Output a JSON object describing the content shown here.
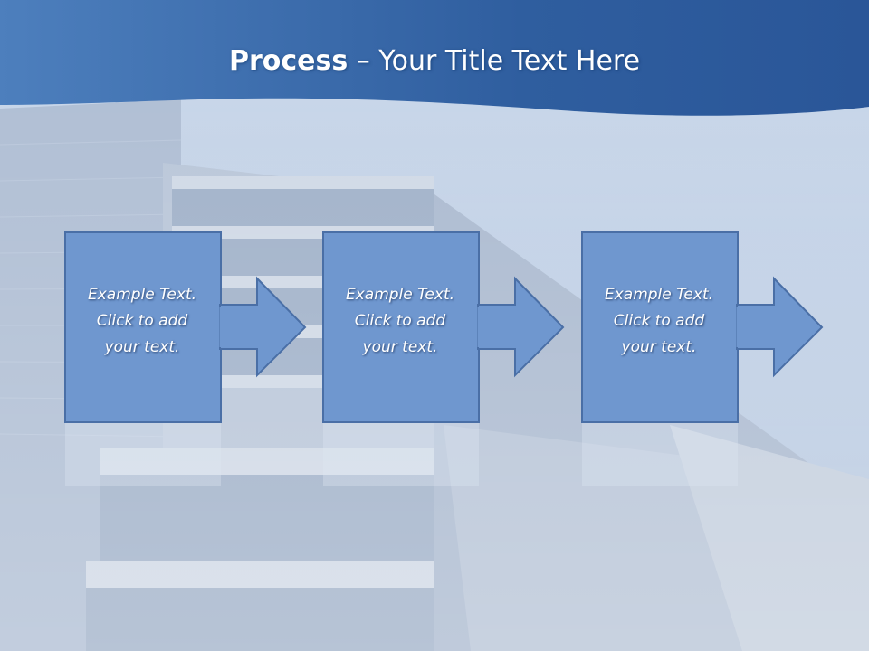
{
  "slide": {
    "title_bold": "Process",
    "title_rest": " – Your Title Text Here"
  },
  "steps": [
    {
      "text": "Example Text.\nClick  to add\nyour text."
    },
    {
      "text": "Example Text.\nClick  to add\nyour text."
    },
    {
      "text": "Example Text.\nClick  to add\nyour text."
    }
  ],
  "colors": {
    "header_band": "#3a6fb5",
    "step_fill": "#6f97cf",
    "step_stroke": "#4a6fa6"
  }
}
